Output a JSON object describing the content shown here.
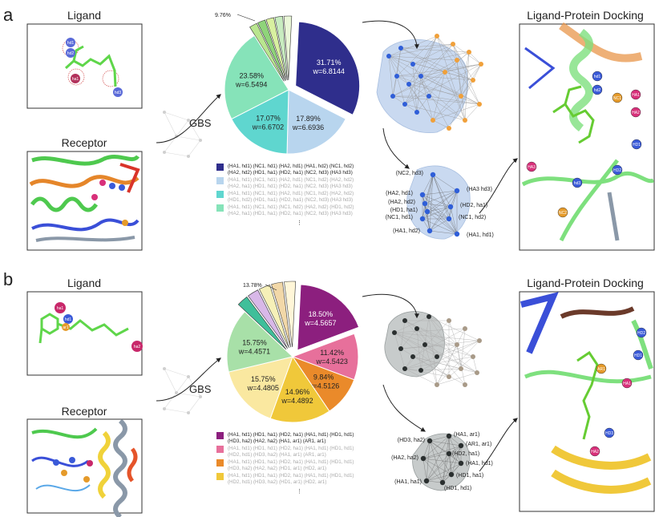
{
  "figure": {
    "panel_a": {
      "label": "a",
      "ligand_title": "Ligand",
      "receptor_title": "Receptor",
      "docking_title": "Ligand-Protein Docking",
      "gbs_label": "GBS",
      "ligand_atoms": [
        "hd1",
        "hd2",
        "ha1",
        "hd3"
      ],
      "pie_callout": "9.76%",
      "slices": [
        {
          "pct": "31.71%",
          "w": "w=6.8144",
          "value": 31.71,
          "color": "#2f2e8c",
          "text_color": "#ffffff",
          "exploded": true
        },
        {
          "pct": "17.89%",
          "w": "w=6.6936",
          "value": 17.89,
          "color": "#b8d5ee",
          "text_color": "#222222",
          "exploded": false
        },
        {
          "pct": "17.07%",
          "w": "w=6.6702",
          "value": 17.07,
          "color": "#5fd6cf",
          "text_color": "#222222",
          "exploded": false
        },
        {
          "pct": "23.58%",
          "w": "w=6.5494",
          "value": 23.58,
          "color": "#86e3b9",
          "text_color": "#222222",
          "exploded": false
        }
      ],
      "small_slices": [
        "#b9e68f",
        "#8fd47a",
        "#d8f0a0",
        "#c8ecc0",
        "#eaf7d8"
      ],
      "legend": [
        {
          "line1": "(HA1, hd1) (NC1, hd1) (HA2, hd1) (HA1, hd2) (NC1, hd2)",
          "line2": "(HA2, hd2) (HD1, ha1) (HD2, ha1) (NC2, hd3) (HA3 hd3)",
          "color": "#2f2e8c",
          "faded": false
        },
        {
          "line1": "(HA1, hd1) (NC1, hd1) (HA2, hd1) (NC1, hd2) (HA2, hd2)",
          "line2": "(HA2, ha1) (HD1, hd1) (HD2, ha1) (NC2, hd3) (HA3 hd3)",
          "color": "#b8d5ee",
          "faded": true
        },
        {
          "line1": "(HA1, hd1) (NC1, hd1) (HA2, hd1) (NC1, hd2) (HA2, hd2)",
          "line2": "(HD1, hd2) (HD1, ha1) (HD2, ha1) (NC2, hd3) (HA3 hd3)",
          "color": "#5fd6cf",
          "faded": true
        },
        {
          "line1": "(HA1, hd1) (NC1, hd1) (NC1, hd2) (HA2, hd2) (HD1, hd2)",
          "line2": "(HA2, ha1) (HD1, ha1) (HD2, ha1) (NC2, hd3) (HA3 hd3)",
          "color": "#86e3b9",
          "faded": true
        }
      ],
      "ellipsis": "⋮",
      "clique_labels": [
        "(NC2, hd3)",
        "(HA3 hd3)",
        "(HA2, hd1)",
        "(HA2, hd2)",
        "(HD1, ha1)",
        "(HD2, ha1)",
        "(NC1, hd1)",
        "(NC1, hd2)",
        "(HA1, hd2)",
        "(HA1, hd1)"
      ],
      "docking_atoms": [
        "HA1",
        "hd1",
        "hd2",
        "NC1",
        "HA2",
        "HD1",
        "HD2",
        "HA3",
        "hd3",
        "NC2"
      ]
    },
    "panel_b": {
      "label": "b",
      "ligand_title": "Ligand",
      "receptor_title": "Receptor",
      "docking_title": "Ligand-Protein Docking",
      "gbs_label": "GBS",
      "ligand_atoms": [
        "ha1",
        "hd1",
        "ar1",
        "ha2"
      ],
      "pie_callout": "13.78%",
      "slices": [
        {
          "pct": "18.50%",
          "w": "w=4.5657",
          "value": 18.5,
          "color": "#8c1f7e",
          "text_color": "#ffffff",
          "exploded": true
        },
        {
          "pct": "11.42%",
          "w": "w=4.5423",
          "value": 11.42,
          "color": "#e7709b",
          "text_color": "#222222",
          "exploded": false
        },
        {
          "pct": "9.84%",
          "w": "w=4.5126",
          "value": 9.84,
          "color": "#ea8a2a",
          "text_color": "#222222",
          "exploded": false
        },
        {
          "pct": "14.96%",
          "w": "w=4.4892",
          "value": 14.96,
          "color": "#f0c83a",
          "text_color": "#222222",
          "exploded": false
        },
        {
          "pct": "15.75%",
          "w": "w=4.4805",
          "value": 15.75,
          "color": "#fae8a0",
          "text_color": "#222222",
          "exploded": false
        },
        {
          "pct": "15.75%",
          "w": "w=4.4571",
          "value": 15.75,
          "color": "#a8e0a8",
          "text_color": "#222222",
          "exploded": false
        }
      ],
      "small_slices": [
        "#3fbf9a",
        "#d8b8e8",
        "#f6f0b8",
        "#f2d8a8",
        "#fff6d8"
      ],
      "legend": [
        {
          "line1": "(HA1, hd1) (HD1, ha1) (HD2, ha1) (HA1, hd1) (HD1, hd1)",
          "line2": "(HD3, ha2) (HA2, ha2) (HA1, ar1) (AR1, ar1)",
          "color": "#8c1f7e",
          "faded": false
        },
        {
          "line1": "(HA1, hd1) (HD1, hd1) (HD2, ha1) (HA1, hd1) (HD1, hd1)",
          "line2": "(HD2, hd1) (HD3, ha2) (HA1, ar1) (AR1, ar1)",
          "color": "#e7709b",
          "faded": true
        },
        {
          "line1": "(HA1, hd1) (HD1, ha1) (HD2, ha1) (HA1, hd1) (HD1, hd1)",
          "line2": "(HD3, ha2) (HA2, ha2) (HD1, ar1) (HD2, ar1)",
          "color": "#ea8a2a",
          "faded": true
        },
        {
          "line1": "(HA1, hd1) (HD1, ha1) (HD2, ha1) (HA1, hd1) (HD1, hd1)",
          "line2": "(HD2, hd1) (HD3, ha2) (HD1, ar1) (HD2, ar1)",
          "color": "#f0c83a",
          "faded": true
        }
      ],
      "ellipsis": "⋮",
      "clique_labels": [
        "(HA1, ar1)",
        "(HD3, ha2)",
        "(AR1, ar1)",
        "(HD2, ha1)",
        "(HA2, ha2)",
        "(HA1, hd1)",
        "(HD1, ha1)",
        "(HA1, ha1)",
        "(HD1, hd1)"
      ],
      "docking_atoms": [
        "HD2",
        "HD1",
        "HA1",
        "AR1",
        "HD3",
        "HA2"
      ]
    }
  }
}
